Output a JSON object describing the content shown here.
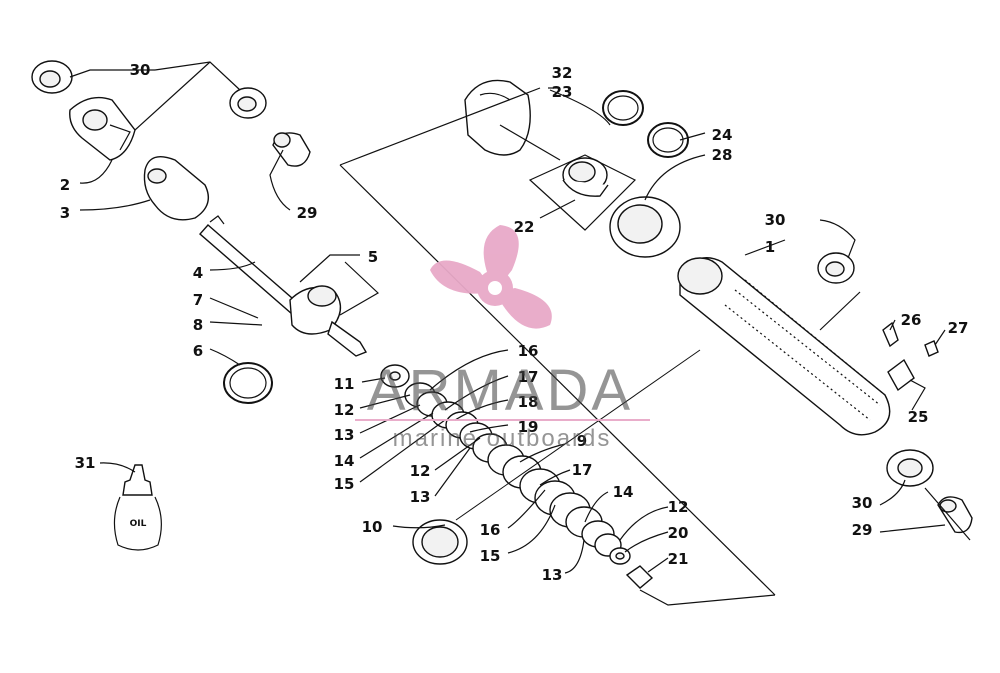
{
  "diagram": {
    "callouts": [
      {
        "id": "c30a",
        "text": "30"
      },
      {
        "id": "c32",
        "text": "32"
      },
      {
        "id": "c23",
        "text": "23"
      },
      {
        "id": "c24",
        "text": "24"
      },
      {
        "id": "c28",
        "text": "28"
      },
      {
        "id": "c2",
        "text": "2"
      },
      {
        "id": "c3",
        "text": "3"
      },
      {
        "id": "c29a",
        "text": "29"
      },
      {
        "id": "c22",
        "text": "22"
      },
      {
        "id": "c30b",
        "text": "30"
      },
      {
        "id": "c1",
        "text": "1"
      },
      {
        "id": "c5",
        "text": "5"
      },
      {
        "id": "c4",
        "text": "4"
      },
      {
        "id": "c7",
        "text": "7"
      },
      {
        "id": "c8",
        "text": "8"
      },
      {
        "id": "c6",
        "text": "6"
      },
      {
        "id": "c26",
        "text": "26"
      },
      {
        "id": "c27",
        "text": "27"
      },
      {
        "id": "c25",
        "text": "25"
      },
      {
        "id": "c16a",
        "text": "16"
      },
      {
        "id": "c11",
        "text": "11"
      },
      {
        "id": "c17a",
        "text": "17"
      },
      {
        "id": "c12a",
        "text": "12"
      },
      {
        "id": "c18",
        "text": "18"
      },
      {
        "id": "c13a",
        "text": "13"
      },
      {
        "id": "c19",
        "text": "19"
      },
      {
        "id": "c14a",
        "text": "14"
      },
      {
        "id": "c9",
        "text": "9"
      },
      {
        "id": "c12b",
        "text": "12"
      },
      {
        "id": "c17b",
        "text": "17"
      },
      {
        "id": "c15a",
        "text": "15"
      },
      {
        "id": "c13b",
        "text": "13"
      },
      {
        "id": "c14b",
        "text": "14"
      },
      {
        "id": "c31",
        "text": "31"
      },
      {
        "id": "c10",
        "text": "10"
      },
      {
        "id": "c12c",
        "text": "12"
      },
      {
        "id": "c16b",
        "text": "16"
      },
      {
        "id": "c20",
        "text": "20"
      },
      {
        "id": "c15b",
        "text": "15"
      },
      {
        "id": "c21",
        "text": "21"
      },
      {
        "id": "c13c",
        "text": "13"
      },
      {
        "id": "c30c",
        "text": "30"
      },
      {
        "id": "c29b",
        "text": "29"
      }
    ],
    "oil_label": "OIL"
  },
  "watermark": {
    "brand": "ARMADA",
    "tagline": "marine outboards",
    "color": "#e8a9c8"
  }
}
